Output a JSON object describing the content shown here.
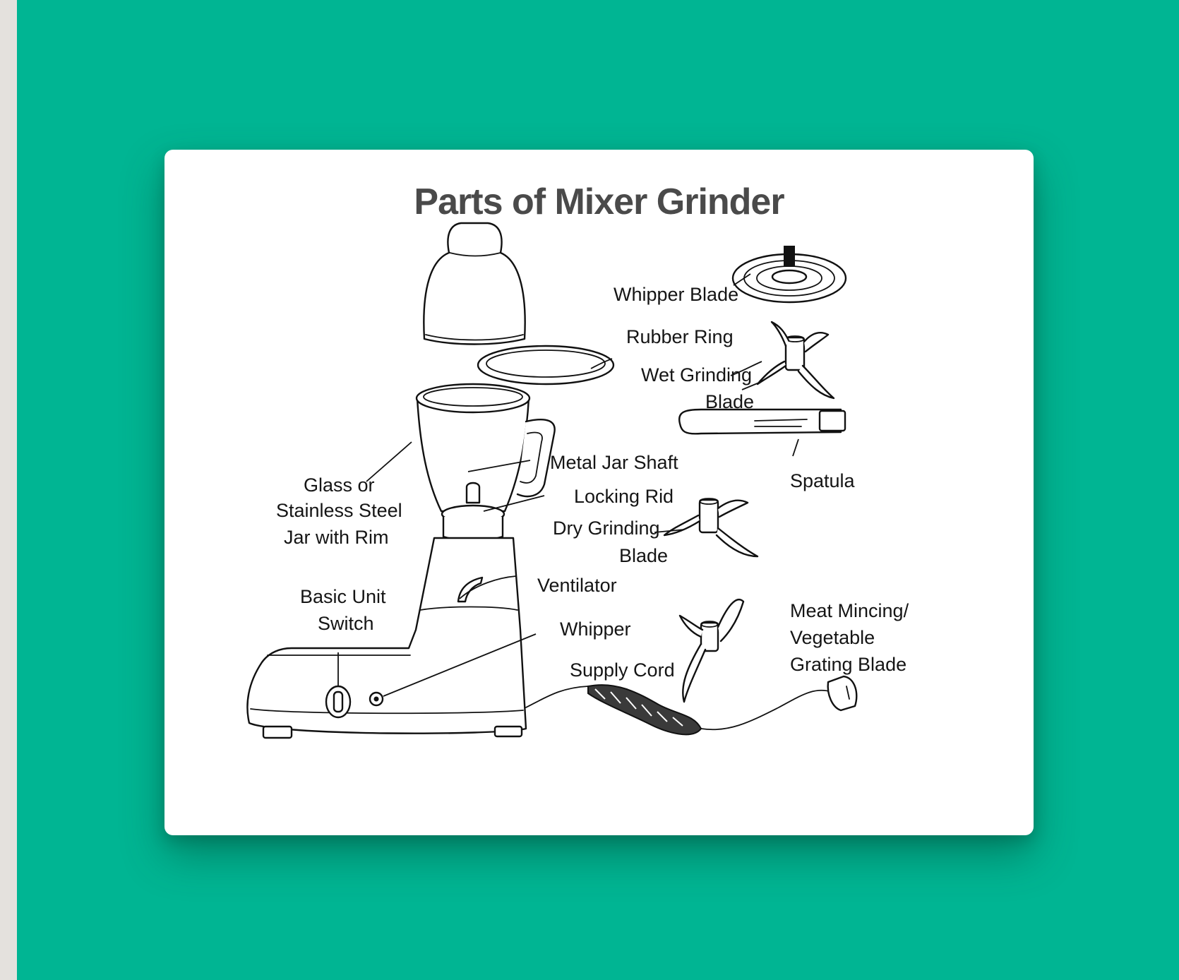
{
  "title": "Parts of Mixer Grinder",
  "labels": {
    "whipper_blade": "Whipper Blade",
    "rubber_ring": "Rubber Ring",
    "wet_grinding_blade_1": "Wet Grinding",
    "wet_grinding_blade_2": "Blade",
    "metal_jar_shaft": "Metal Jar Shaft",
    "spatula": "Spatula",
    "glass_jar_1": "Glass or",
    "glass_jar_2": "Stainless Steel",
    "glass_jar_3": "Jar with Rim",
    "locking_rid": "Locking Rid",
    "dry_grinding_blade_1": "Dry Grinding",
    "dry_grinding_blade_2": "Blade",
    "ventilator": "Ventilator",
    "basic_unit_switch_1": "Basic Unit",
    "basic_unit_switch_2": "Switch",
    "whipper": "Whipper",
    "supply_cord": "Supply Cord",
    "meat_mincing_1": "Meat Mincing/",
    "meat_mincing_2": "Vegetable",
    "meat_mincing_3": "Grating Blade"
  },
  "colors": {
    "background": "#00b593",
    "card": "#ffffff",
    "title": "#4a4a4a",
    "line_art": "#111111"
  }
}
